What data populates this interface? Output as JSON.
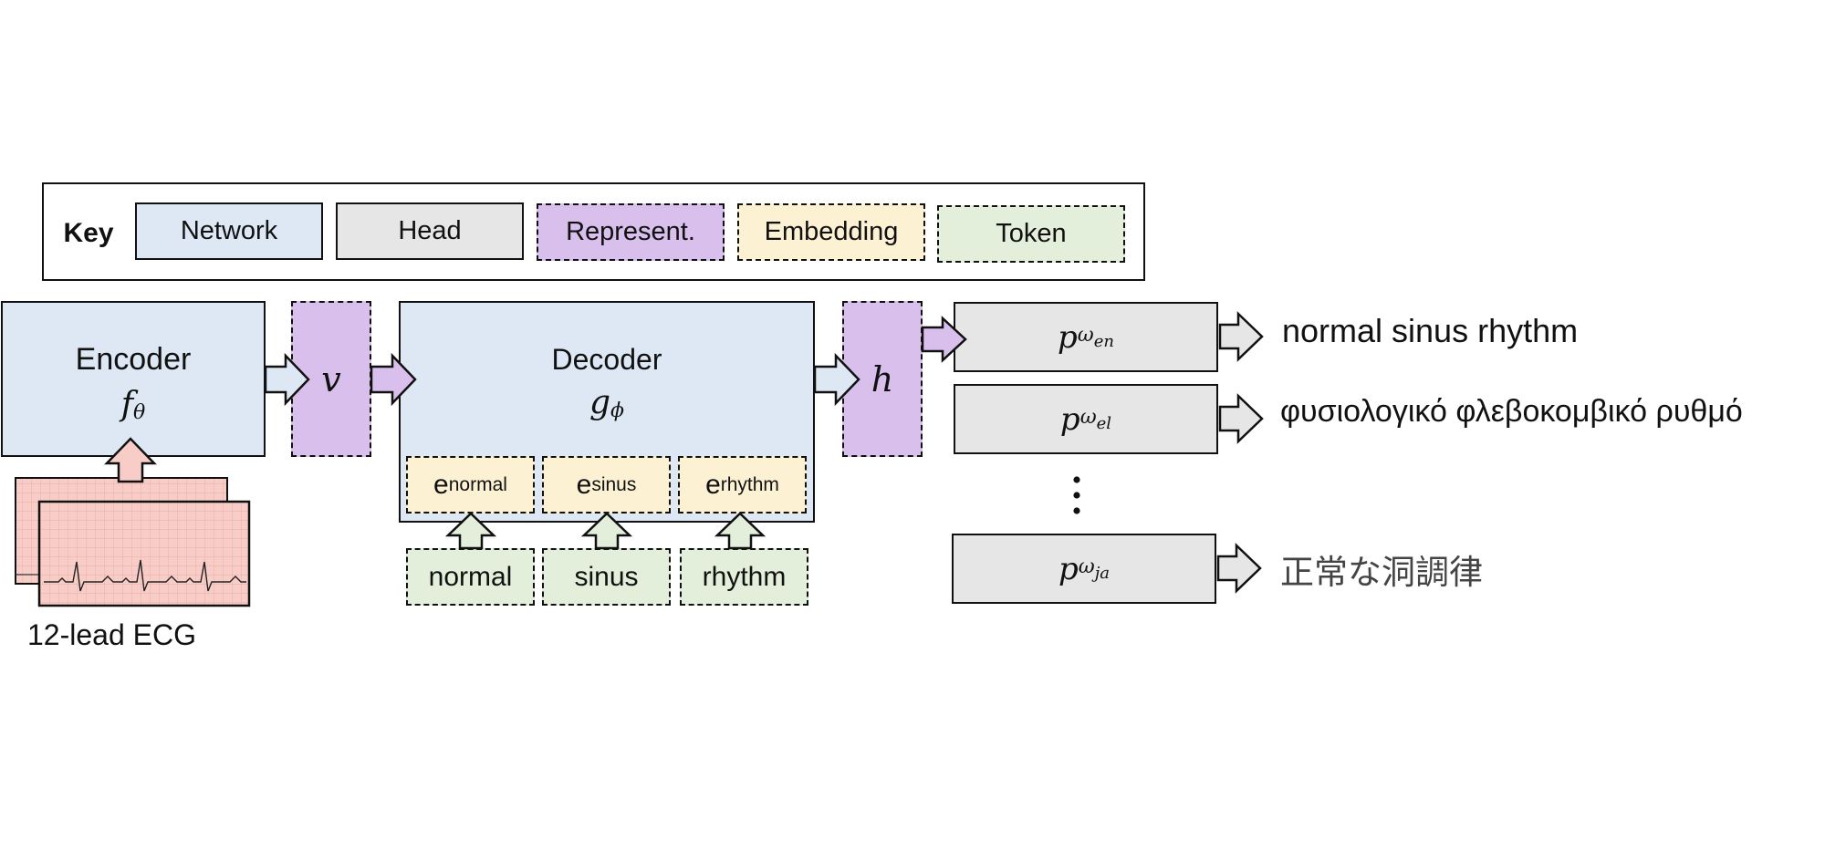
{
  "key": {
    "title": "Key",
    "network": "Network",
    "head": "Head",
    "represent": "Represent.",
    "embedding": "Embedding",
    "token": "Token"
  },
  "encoder": {
    "title": "Encoder",
    "symbol": "f",
    "subscript": "θ"
  },
  "ecg_label": "12-lead ECG",
  "rep_v": "v",
  "decoder": {
    "title": "Decoder",
    "symbol": "g",
    "subscript": "ϕ"
  },
  "embeddings": [
    {
      "base": "e",
      "sub": "normal"
    },
    {
      "base": "e",
      "sub": "sinus"
    },
    {
      "base": "e",
      "sub": "rhythm"
    }
  ],
  "tokens": [
    "normal",
    "sinus",
    "rhythm"
  ],
  "rep_h": "h",
  "heads": [
    {
      "base": "p",
      "omega": "ω",
      "lang": "en",
      "output": "normal sinus rhythm"
    },
    {
      "base": "p",
      "omega": "ω",
      "lang": "el",
      "output": "φυσιολογικό φλεβοκομβικό ρυθμό"
    },
    {
      "base": "p",
      "omega": "ω",
      "lang": "ja",
      "output": "正常な洞調律"
    }
  ],
  "colors": {
    "network": "#dde8f4",
    "head": "#e6e6e6",
    "representation": "#d8bfec",
    "embedding": "#fdf1d4",
    "token": "#e3eedb",
    "ecg": "#f8cdc8"
  }
}
